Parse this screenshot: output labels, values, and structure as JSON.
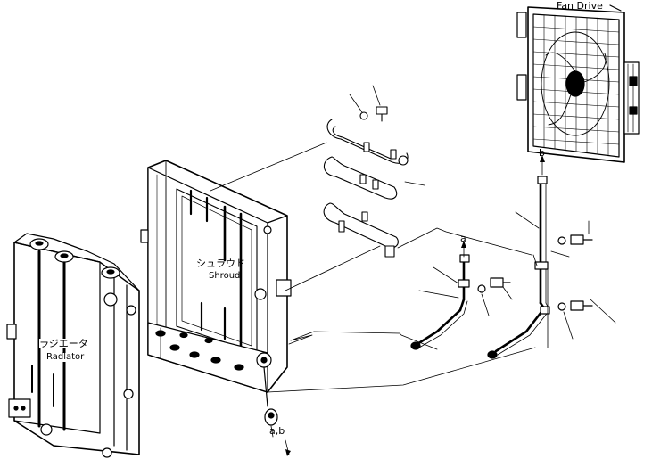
{
  "labels": {
    "fan_drive": "Fan Drive",
    "shroud_jp": "シュラウド",
    "shroud_en": "Shroud",
    "radiator_jp": "ラジエータ",
    "radiator_en": "Radlator",
    "ref_b": "b",
    "ref_a": "a",
    "ref_ab": "a,b"
  },
  "colors": {
    "line": "#000000",
    "background": "#ffffff"
  }
}
